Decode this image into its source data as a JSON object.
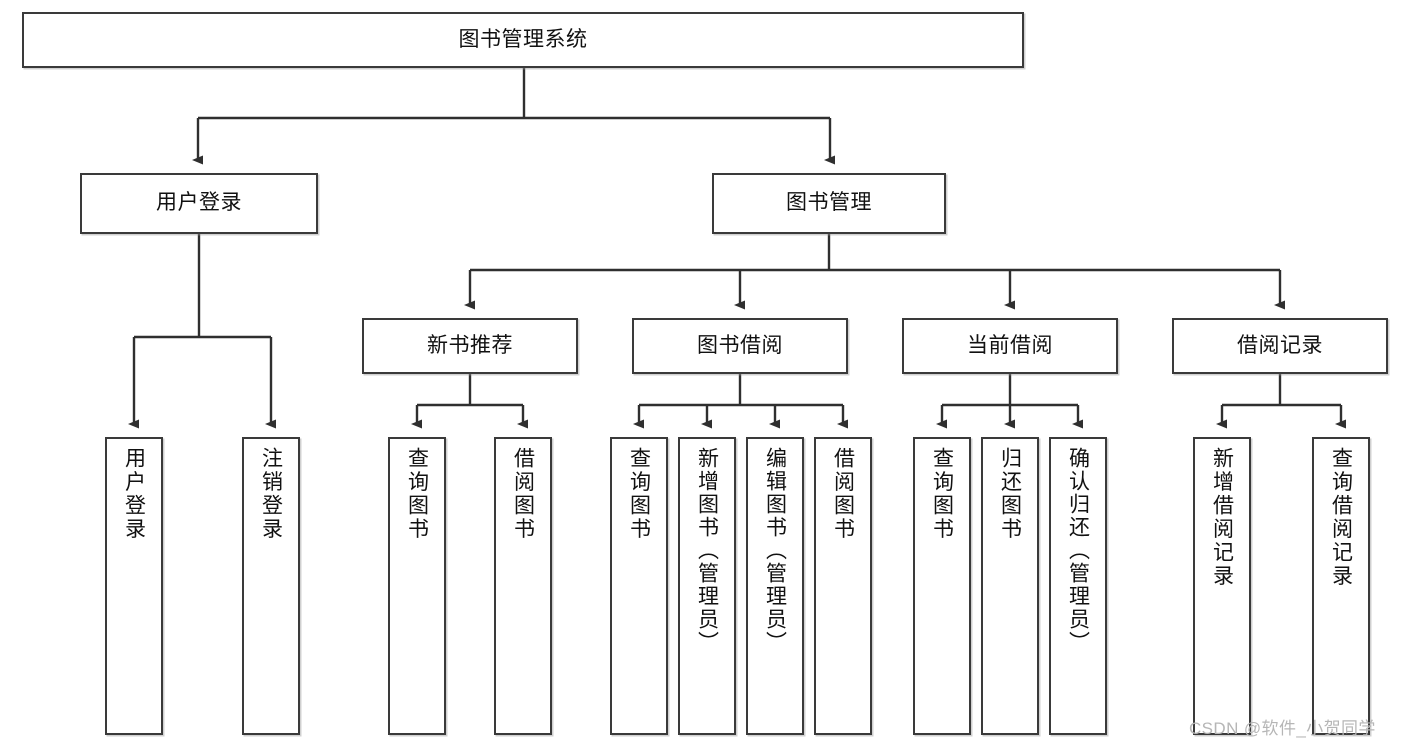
{
  "diagram": {
    "title": "图书管理系统",
    "type": "tree-hierarchy",
    "root": {
      "label": "图书管理系统"
    },
    "level2": [
      {
        "label": "用户登录"
      },
      {
        "label": "图书管理"
      }
    ],
    "level3": [
      {
        "label": "新书推荐"
      },
      {
        "label": "图书借阅"
      },
      {
        "label": "当前借阅"
      },
      {
        "label": "借阅记录"
      }
    ],
    "leaves": {
      "user_login": [
        {
          "label": "用户登录"
        },
        {
          "label": "注销登录"
        }
      ],
      "new_book_recommend": [
        {
          "label": "查询图书"
        },
        {
          "label": "借阅图书"
        }
      ],
      "book_borrow": [
        {
          "label": "查询图书"
        },
        {
          "label": "新增图书（管理员）"
        },
        {
          "label": "编辑图书（管理员）"
        },
        {
          "label": "借阅图书"
        }
      ],
      "current_borrow": [
        {
          "label": "查询图书"
        },
        {
          "label": "归还图书"
        },
        {
          "label": "确认归还（管理员）"
        }
      ],
      "borrow_record": [
        {
          "label": "新增借阅记录"
        },
        {
          "label": "查询借阅记录"
        }
      ]
    }
  },
  "watermark": {
    "text": "CSDN @软件_小贺同学"
  },
  "colors": {
    "stroke": "#3a3a3a",
    "fill": "#ffffff",
    "text": "#111111",
    "watermark": "#b6b6b6"
  }
}
